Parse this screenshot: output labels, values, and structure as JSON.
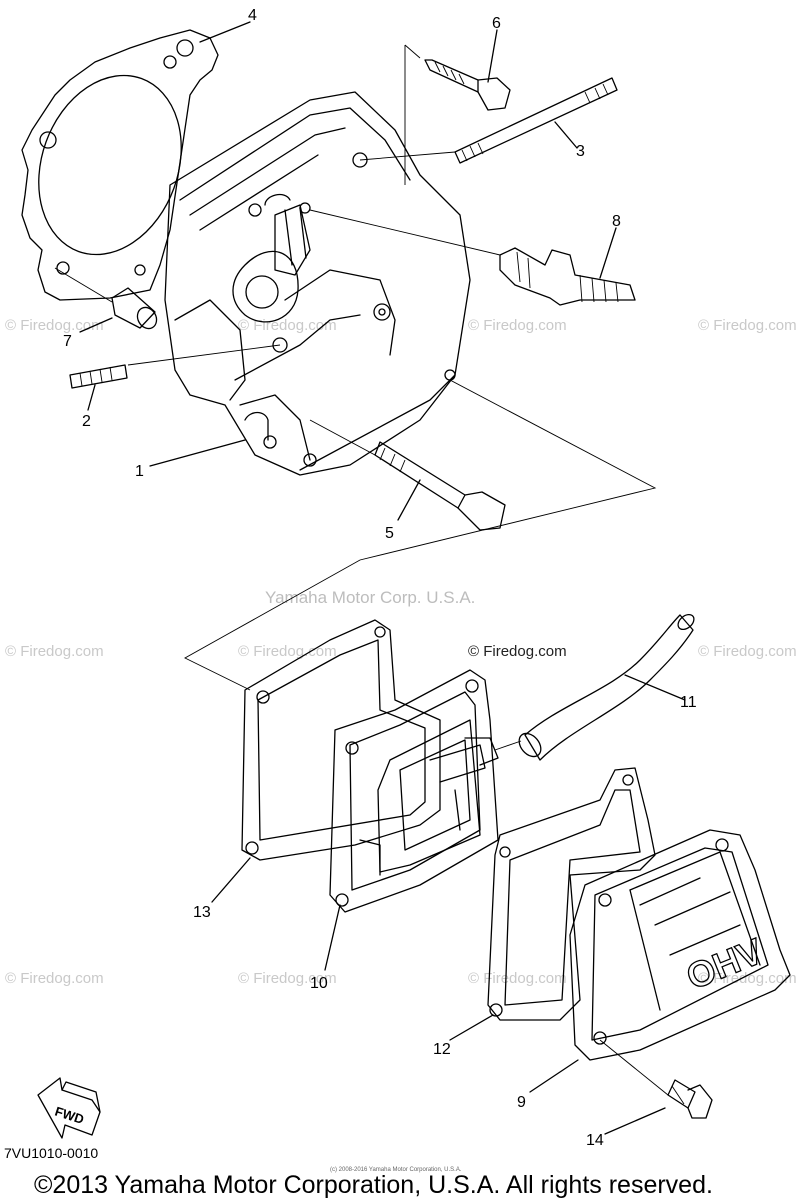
{
  "labels": {
    "p1": "1",
    "p2": "2",
    "p3": "3",
    "p4": "4",
    "p5": "5",
    "p6": "6",
    "p7": "7",
    "p8": "8",
    "p9": "9",
    "p10": "10",
    "p11": "11",
    "p12": "12",
    "p13": "13",
    "p14": "14"
  },
  "watermarks": {
    "firedog": "© Firedog.com",
    "yamaha": "Yamaha Motor Corp. U.S.A."
  },
  "fwd": "FWD",
  "cover_text": "OHV",
  "diagram_code": "7VU1010-0010",
  "tiny_print": "(c) 2008-2016 Yamaha Motor Corporation, U.S.A.",
  "copyright": "©2013 Yamaha Motor Corporation, U.S.A. All rights reserved."
}
